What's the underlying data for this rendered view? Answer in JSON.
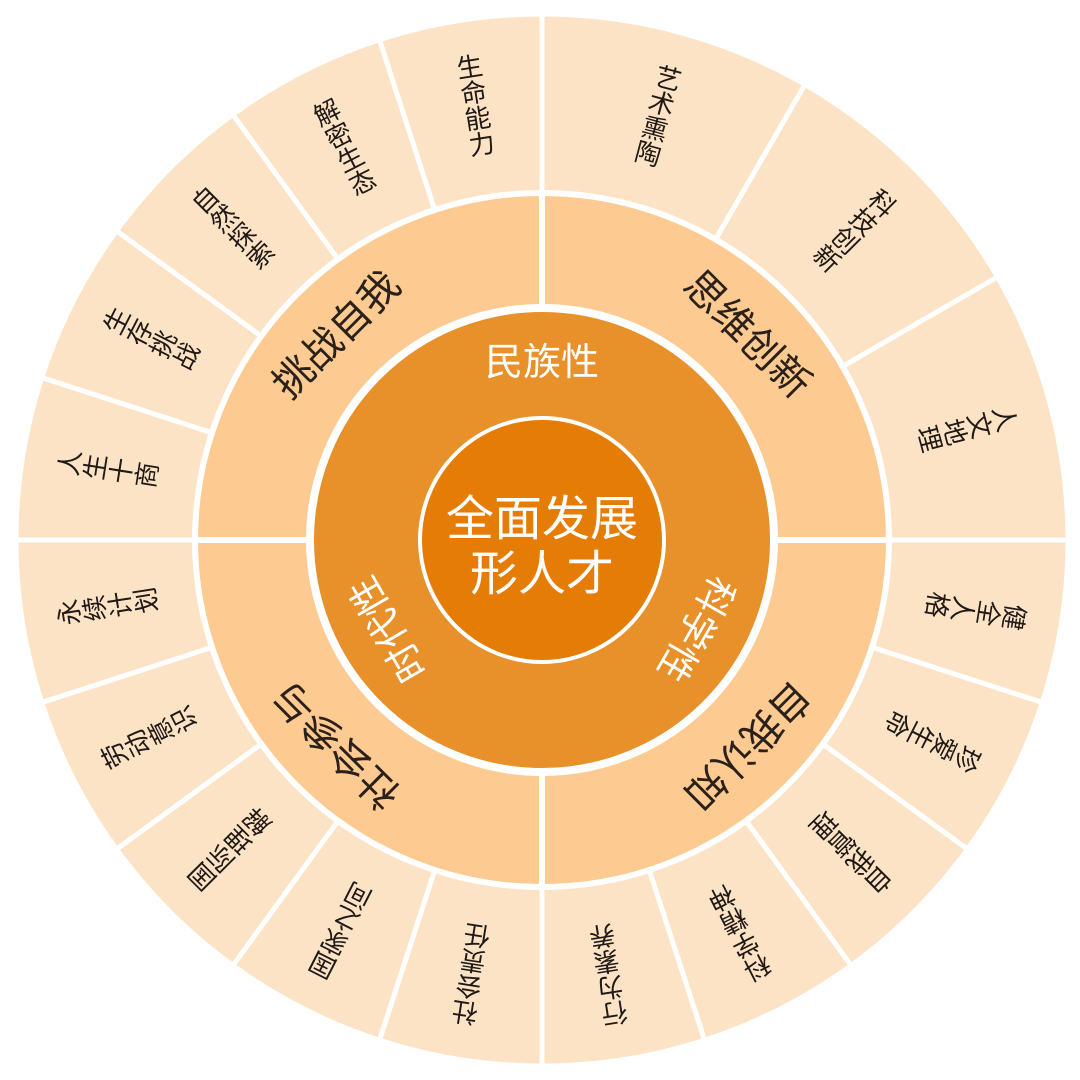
{
  "colors": {
    "outer_ring": "#fde3c5",
    "middle_ring": "#fdcb92",
    "inner_ring": "#e8902a",
    "center": "#e57c05",
    "divider": "#ffffff"
  },
  "center": {
    "line1": "全面发展",
    "line2": "形人才"
  },
  "inner_ring": {
    "items": [
      {
        "label": "民族性",
        "angle": 0
      },
      {
        "label": "科学性",
        "angle": 120
      },
      {
        "label": "时代性",
        "angle": 240
      }
    ]
  },
  "middle_ring": {
    "items": [
      {
        "label": "思维创新",
        "start": 0,
        "end": 90
      },
      {
        "label": "自我认知",
        "start": 90,
        "end": 180
      },
      {
        "label": "社会参与",
        "start": 180,
        "end": 270
      },
      {
        "label": "挑战自我",
        "start": 270,
        "end": 360
      }
    ]
  },
  "outer_ring": {
    "items": [
      {
        "label": "艺术熏陶",
        "start": 0,
        "end": 30
      },
      {
        "label": "科技创新",
        "start": 30,
        "end": 60
      },
      {
        "label": "人文地理",
        "start": 60,
        "end": 90
      },
      {
        "label": "健全人格",
        "start": 90,
        "end": 108
      },
      {
        "label": "珍爱生命",
        "start": 108,
        "end": 126
      },
      {
        "label": "自我管理",
        "start": 126,
        "end": 144
      },
      {
        "label": "科学精神",
        "start": 144,
        "end": 162
      },
      {
        "label": "行为素养",
        "start": 162,
        "end": 180
      },
      {
        "label": "社会责任",
        "start": 180,
        "end": 198
      },
      {
        "label": "国家之间",
        "start": 198,
        "end": 216
      },
      {
        "label": "国际理解",
        "start": 216,
        "end": 234
      },
      {
        "label": "劳动意识",
        "start": 234,
        "end": 252
      },
      {
        "label": "永续计划",
        "start": 252,
        "end": 270
      },
      {
        "label": "人生十商",
        "start": 270,
        "end": 288
      },
      {
        "label": "生存挑战",
        "start": 288,
        "end": 306
      },
      {
        "label": "自然探索",
        "start": 306,
        "end": 324
      },
      {
        "label": "解密生态",
        "start": 324,
        "end": 342
      },
      {
        "label": "生命能力",
        "start": 342,
        "end": 360
      }
    ]
  }
}
